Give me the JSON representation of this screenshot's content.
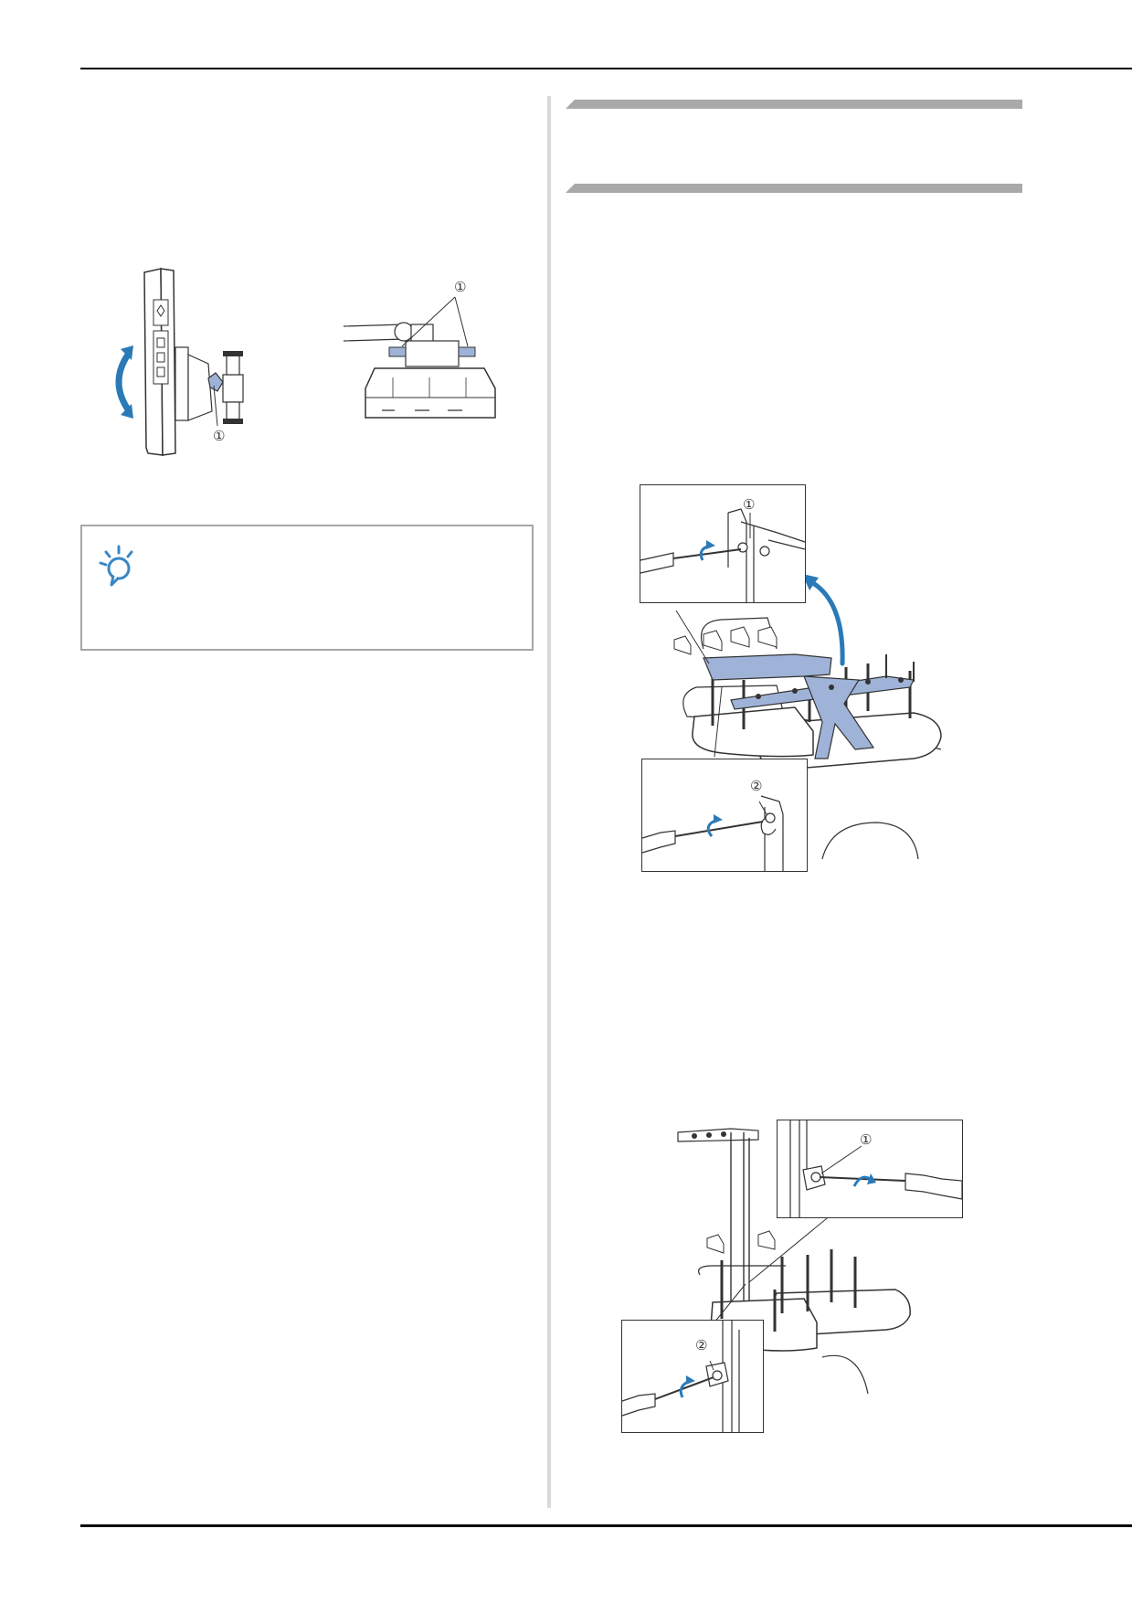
{
  "callouts": {
    "panel_knob": "①",
    "panel_screws": "①",
    "stand_detail_top": "①",
    "stand_detail_bottom": "②",
    "bracket_detail_top": "①",
    "bracket_detail_bottom": "②"
  },
  "colors": {
    "accent_arrow": "#2a7ab8",
    "part_highlight": "#9fb3d8",
    "line_art": "#333333",
    "heading_bar": "#a9a9a9",
    "note_border": "#a6a6a6"
  },
  "icons": {
    "note": "lightbulb-note-icon"
  }
}
